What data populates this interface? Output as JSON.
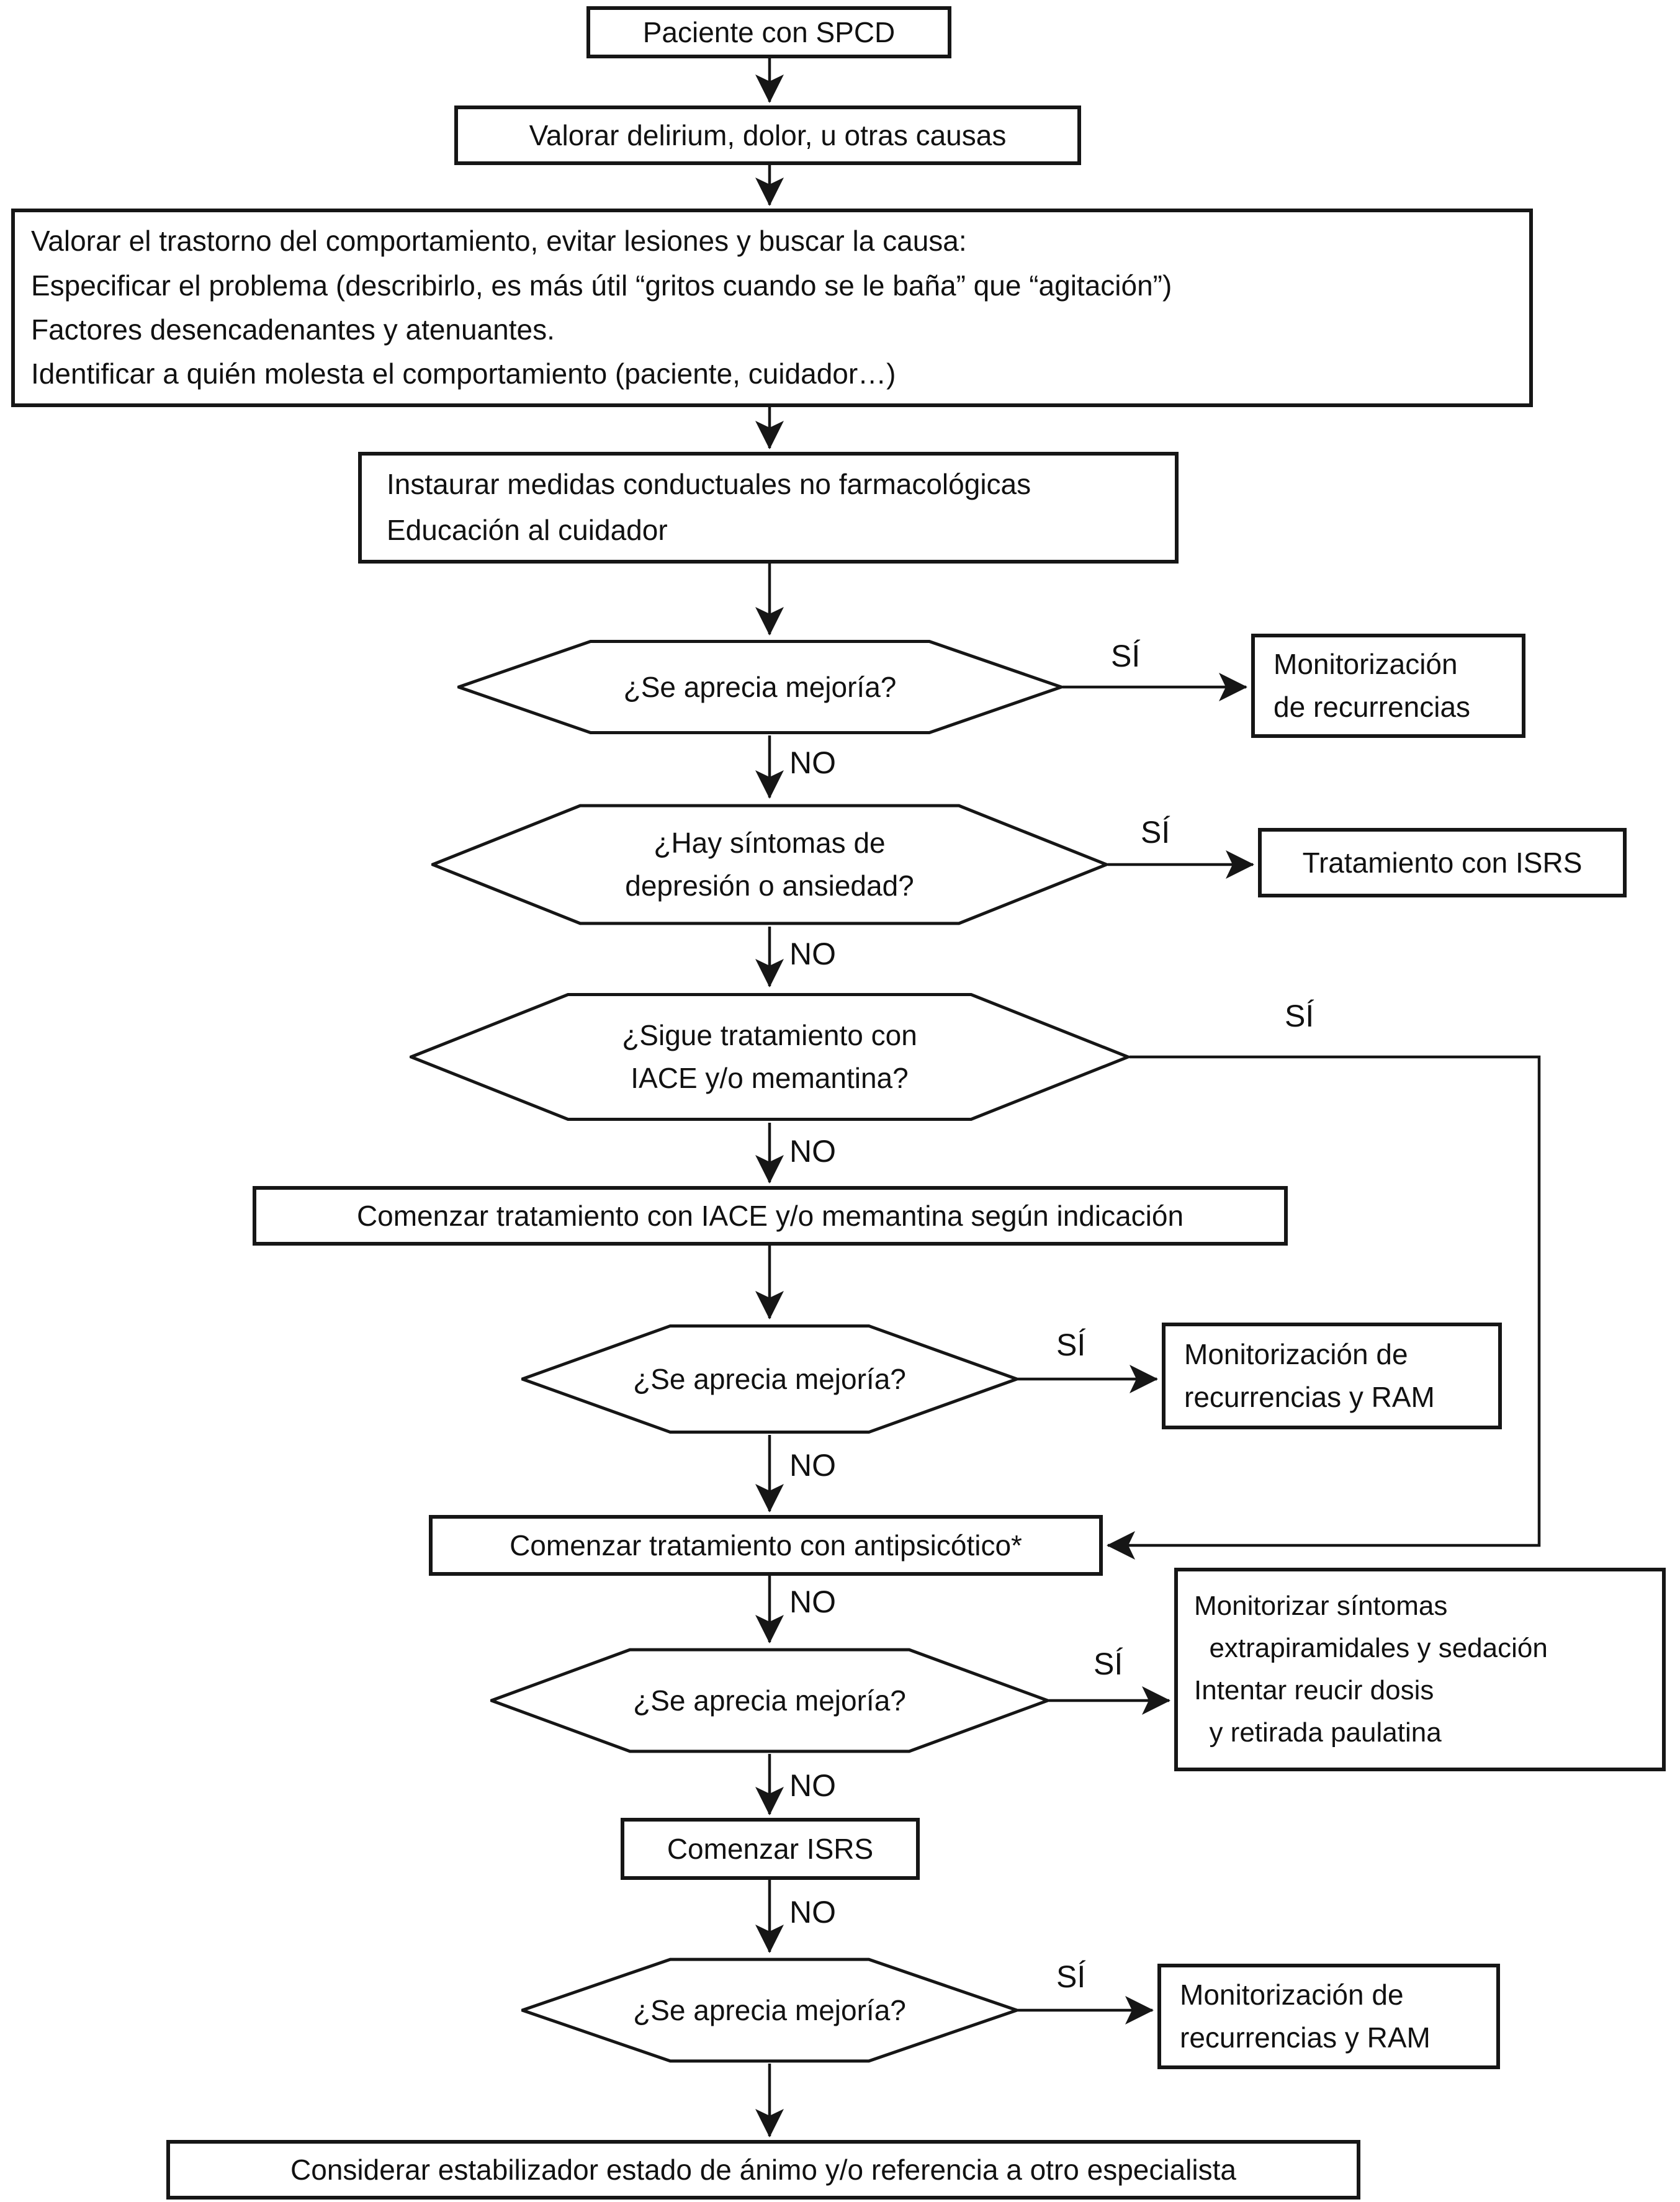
{
  "labels": {
    "yes": "SÍ",
    "no": "NO"
  },
  "nodes": {
    "paciente": {
      "label": "Paciente con SPCD"
    },
    "valorar_delirium": {
      "label": "Valorar delirium, dolor, u otras causas"
    },
    "valorar_trastorno": {
      "label": "Valorar el trastorno del comportamiento, evitar lesiones y buscar la causa:\nEspecificar el problema (describirlo, es más útil “gritos cuando se le baña” que “agitación”)\nFactores desencadenantes y atenuantes.\nIdentificar a quién molesta el comportamiento (paciente, cuidador…)"
    },
    "instaurar": {
      "label": "Instaurar medidas conductuales no farmacológicas\nEducación al cuidador"
    },
    "mejoria1": {
      "label": "¿Se aprecia mejoría?"
    },
    "monitorizacion1": {
      "label": "Monitorización\nde recurrencias"
    },
    "depresion": {
      "label": "¿Hay síntomas de\ndepresión o ansiedad?"
    },
    "tratamiento_isrs": {
      "label": "Tratamiento con ISRS"
    },
    "iace": {
      "label": "¿Sigue tratamiento con\nIACE y/o memantina?"
    },
    "comenzar_iace": {
      "label": "Comenzar tratamiento con IACE y/o memantina según indicación"
    },
    "mejoria2": {
      "label": "¿Se aprecia mejoría?"
    },
    "monitorizacion2": {
      "label": "Monitorización de\nrecurrencias y RAM"
    },
    "antipsicotico": {
      "label": "Comenzar tratamiento con antipsicótico*"
    },
    "mejoria3": {
      "label": "¿Se aprecia mejoría?"
    },
    "monitorizar_sintomas": {
      "label": "Monitorizar síntomas\n  extrapiramidales y sedación\nIntentar reucir dosis\n  y retirada paulatina"
    },
    "comenzar_isrs": {
      "label": "Comenzar  ISRS"
    },
    "mejoria4": {
      "label": "¿Se aprecia mejoría?"
    },
    "monitorizacion3": {
      "label": "Monitorización de\nrecurrencias y RAM"
    },
    "considerar": {
      "label": "Considerar estabilizador estado de ánimo y/o referencia a otro especialista"
    }
  }
}
